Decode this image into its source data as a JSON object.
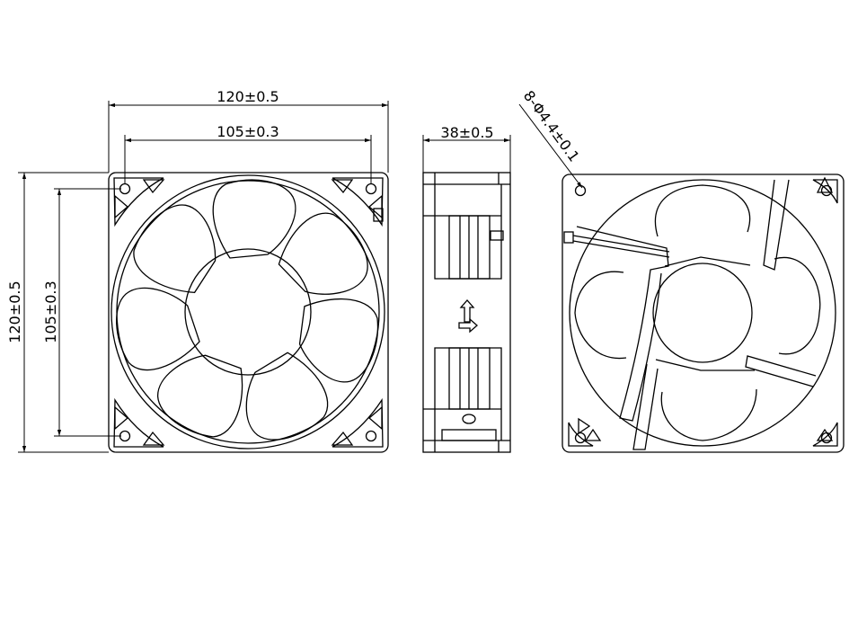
{
  "dimensions": {
    "overall_width": "120±0.5",
    "hole_spacing_width": "105±0.3",
    "overall_height": "120±0.5",
    "hole_spacing_height": "105±0.3",
    "depth": "38±0.5",
    "mounting_holes": "8-Φ4.4±0.1"
  },
  "colors": {
    "line": "#000000",
    "background": "#ffffff"
  }
}
